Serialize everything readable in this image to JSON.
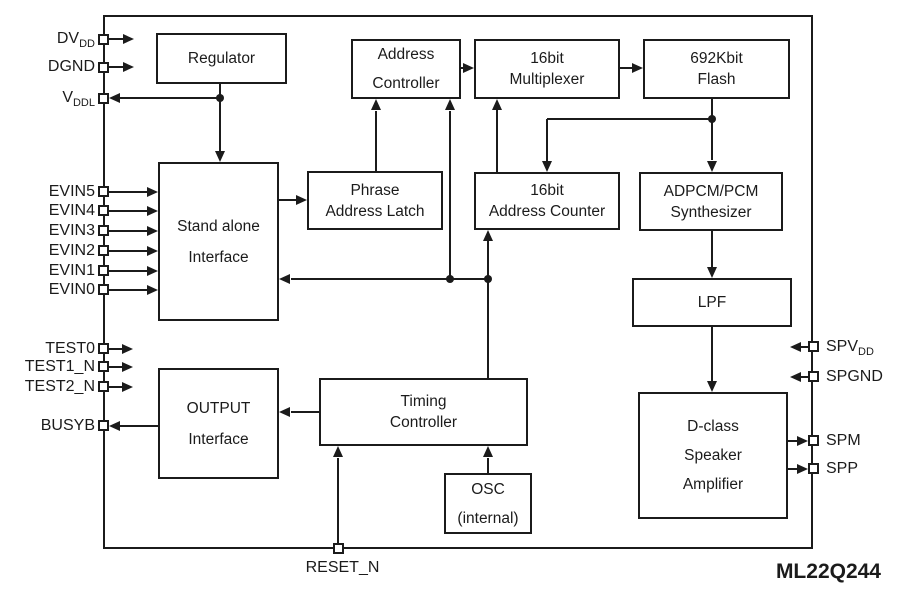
{
  "chip": {
    "part_number": "ML22Q244"
  },
  "blocks": {
    "regulator": {
      "line1": "Regulator"
    },
    "address_controller": {
      "line1": "Address",
      "line2": "Controller"
    },
    "multiplexer_16bit": {
      "line1": "16bit",
      "line2": "Multiplexer"
    },
    "flash_692kbit": {
      "line1": "692Kbit",
      "line2": "Flash"
    },
    "stand_alone_interface": {
      "line1": "Stand alone",
      "line2": "Interface"
    },
    "phrase_address_latch": {
      "line1": "Phrase",
      "line2": "Address Latch"
    },
    "address_counter_16bit": {
      "line1": "16bit",
      "line2": "Address Counter"
    },
    "adpcm_pcm_synthesizer": {
      "line1": "ADPCM/PCM",
      "line2": "Synthesizer"
    },
    "lpf": {
      "line1": "LPF"
    },
    "output_interface": {
      "line1": "OUTPUT",
      "line2": "Interface"
    },
    "timing_controller": {
      "line1": "Timing",
      "line2": "Controller"
    },
    "osc": {
      "line1": "OSC",
      "line2": "(internal)"
    },
    "d_class_speaker_amplifier": {
      "line1": "D-class",
      "line2": "Speaker",
      "line3": "Amplifier"
    }
  },
  "pins": {
    "dvdd": {
      "main": "DV",
      "sub": "DD"
    },
    "dgnd": {
      "main": "DGND"
    },
    "vddl": {
      "main": "V",
      "sub": "DDL"
    },
    "evin5": {
      "main": "EVIN5"
    },
    "evin4": {
      "main": "EVIN4"
    },
    "evin3": {
      "main": "EVIN3"
    },
    "evin2": {
      "main": "EVIN2"
    },
    "evin1": {
      "main": "EVIN1"
    },
    "evin0": {
      "main": "EVIN0"
    },
    "test0": {
      "main": "TEST0"
    },
    "test1_n": {
      "main": "TEST1_N"
    },
    "test2_n": {
      "main": "TEST2_N"
    },
    "busyb": {
      "main": "BUSYB"
    },
    "spvdd": {
      "main": "SPV",
      "sub": "DD"
    },
    "spgnd": {
      "main": "SPGND"
    },
    "spm": {
      "main": "SPM"
    },
    "spp": {
      "main": "SPP"
    },
    "reset_n": {
      "main": "RESET_N"
    }
  },
  "colors": {
    "line": "#1b1b1b",
    "background": "#ffffff"
  }
}
